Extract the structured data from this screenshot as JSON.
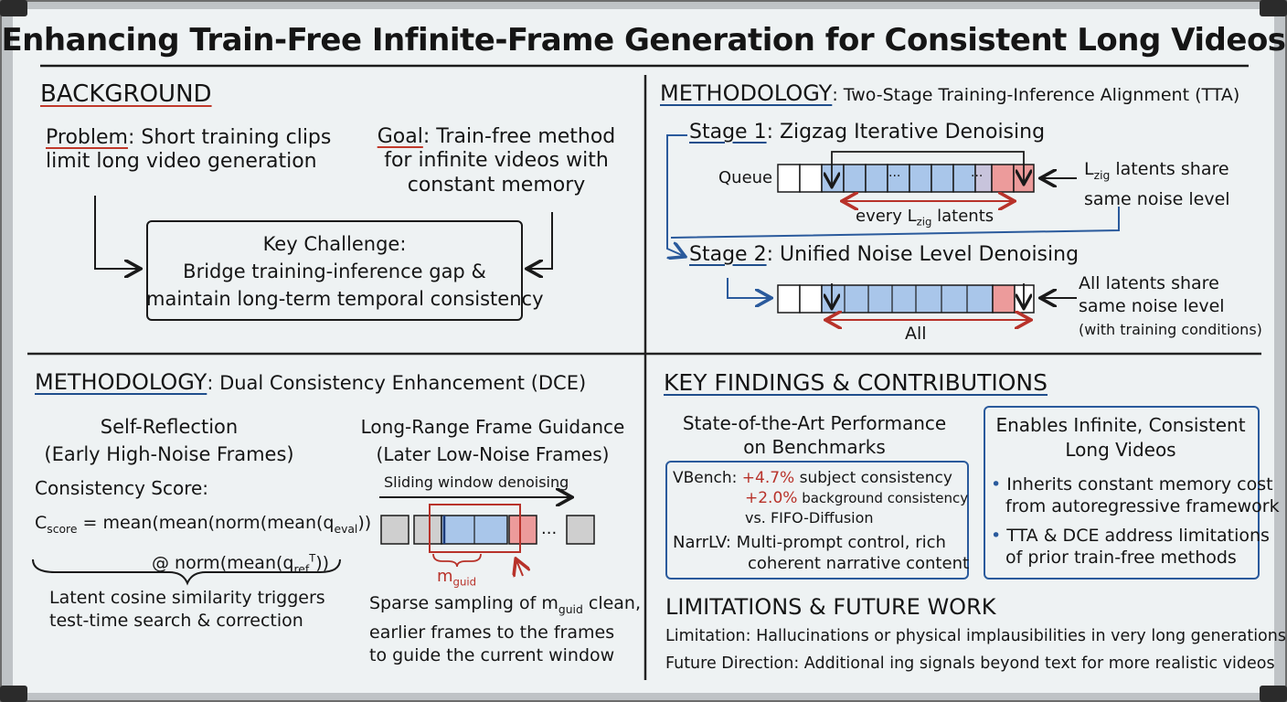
{
  "title": "Enhancing Train-Free Infinite-Frame Generation for Consistent Long Videos",
  "background": {
    "heading": "BACKGROUND",
    "problem_label": "Problem",
    "problem_text_1": ": Short training clips",
    "problem_text_2": "limit long video generation",
    "goal_label": "Goal",
    "goal_text_1": ": Train-free method",
    "goal_text_2": "for infinite videos with",
    "goal_text_3": "constant memory",
    "challenge_title": "Key Challenge:",
    "challenge_line1": "Bridge training-inference gap &",
    "challenge_line2": "maintain long-term temporal consistency"
  },
  "tta": {
    "heading": "METHODOLOGY",
    "subtitle": ": Two-Stage Training-Inference Alignment (TTA)",
    "stage1": "Stage 1",
    "stage1_text": ": Zigzag Iterative Denoising",
    "queue_label": "Queue",
    "dots": "...",
    "lzig_note_1": "L",
    "lzig_note_sub": "zig",
    "lzig_note_2": " latents share",
    "lzig_note_3": "same noise level",
    "every_label_1": "every L",
    "every_label_sub": "zig",
    "every_label_2": " latents",
    "stage2": "Stage 2",
    "stage2_text": ": Unified Noise Level Denoising",
    "all_note_1": "All latents share",
    "all_note_2": "same noise level",
    "all_note_3": "(with training conditions)",
    "all_label": "All"
  },
  "dce": {
    "heading": "METHODOLOGY",
    "subtitle": ": Dual Consistency Enhancement (DCE)",
    "self_title": "Self-Reflection",
    "self_sub": "(Early High-Noise Frames)",
    "score_label": "Consistency Score:",
    "formula_c": "C",
    "formula_c_sub": "score",
    "formula_1": " = mean(mean(norm(mean(q",
    "formula_eval": "eval",
    "formula_2": "))",
    "formula_3": "@ norm(mean(q",
    "formula_ref": "ref",
    "formula_sup": "T",
    "formula_4": "))",
    "latent_1": "Latent cosine similarity triggers",
    "latent_2": "test-time search & correction",
    "guide_title": "Long-Range Frame Guidance",
    "guide_sub": "(Later Low-Noise Frames)",
    "sliding": "Sliding window denoising",
    "dots": "...",
    "mguid": "m",
    "mguid_sub": "guid",
    "sparse_1a": "Sparse sampling of m",
    "sparse_1_sub": "guid",
    "sparse_1b": " clean,",
    "sparse_2": "earlier frames to the frames",
    "sparse_3": "to guide the current window"
  },
  "findings": {
    "heading": "KEY FINDINGS & CONTRIBUTIONS",
    "sota_title_1": "State-of-the-Art Performance",
    "sota_title_2": "on Benchmarks",
    "vbench_label": "VBench:",
    "vbench_val1": "+4.7%",
    "vbench_txt1": " subject consistency",
    "vbench_val2": "+2.0%",
    "vbench_txt2": " background consistency",
    "vbench_txt3": "vs. FIFO-Diffusion",
    "narr_label": "NarrLV:",
    "narr_txt1": " Multi-prompt control, rich",
    "narr_txt2": "coherent narrative content",
    "enable_title_1": "Enables Infinite, Consistent",
    "enable_title_2": "Long Videos",
    "bullet1_a": "Inherits constant memory cost",
    "bullet1_b": "from autoregressive framework",
    "bullet2_a": "TTA & DCE address limitations",
    "bullet2_b": "of prior train-free methods",
    "bullet_mark": "•",
    "limits_heading": "LIMITATIONS & FUTURE WORK",
    "limitation": "Limitation: Hallucinations or physical implausibilities in very long generations",
    "future": "Future Direction: Additional ing signals beyond text for more realistic videos"
  },
  "colors": {
    "board": "#eef2f3",
    "blue_cell": "#a9c6ea",
    "red_cell": "#ec9b9b",
    "blue_ink": "#2a5a9c",
    "red_ink": "#b8322a"
  }
}
